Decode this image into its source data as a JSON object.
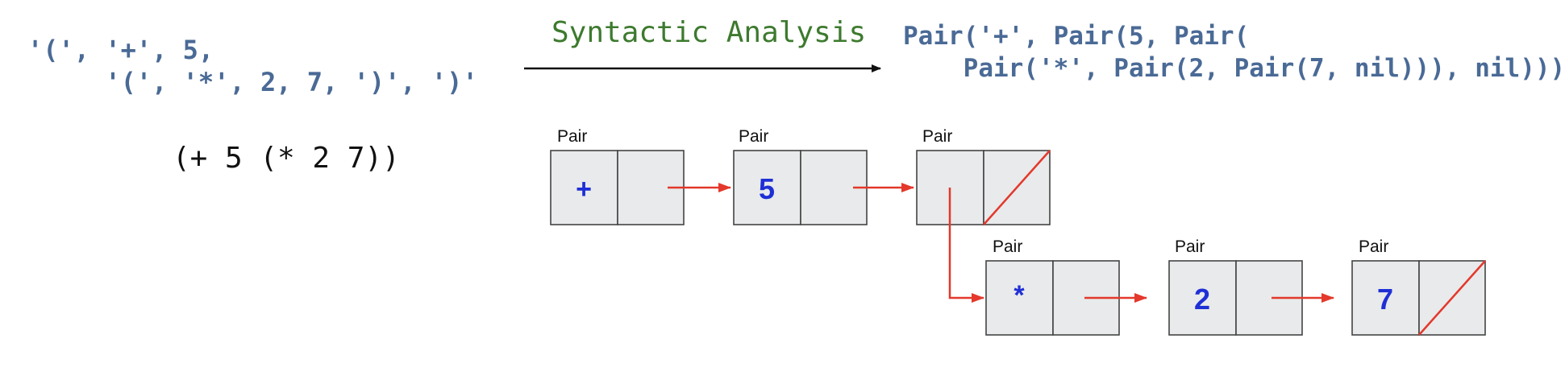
{
  "tokens": {
    "line1": "'(', '+', 5,",
    "line2": "     '(', '*', 2, 7, ')', ')'"
  },
  "scheme_expression": "(+ 5 (* 2 7))",
  "arrow_label": "Syntactic Analysis",
  "pair_expression": {
    "line1": "Pair('+', Pair(5, Pair(",
    "line2": "    Pair('*', Pair(2, Pair(7, nil))), nil)))"
  },
  "box_diagram": {
    "pair_label": "Pair",
    "top_row": [
      "+",
      "5",
      ""
    ],
    "bottom_row": [
      "*",
      "2",
      "7"
    ]
  },
  "colors": {
    "code": "#4a6a96",
    "arrow_label": "#3d7a2e",
    "value": "#1f2fd6",
    "pointer": "#e3382b",
    "cell_fill": "#e8eaeb"
  }
}
